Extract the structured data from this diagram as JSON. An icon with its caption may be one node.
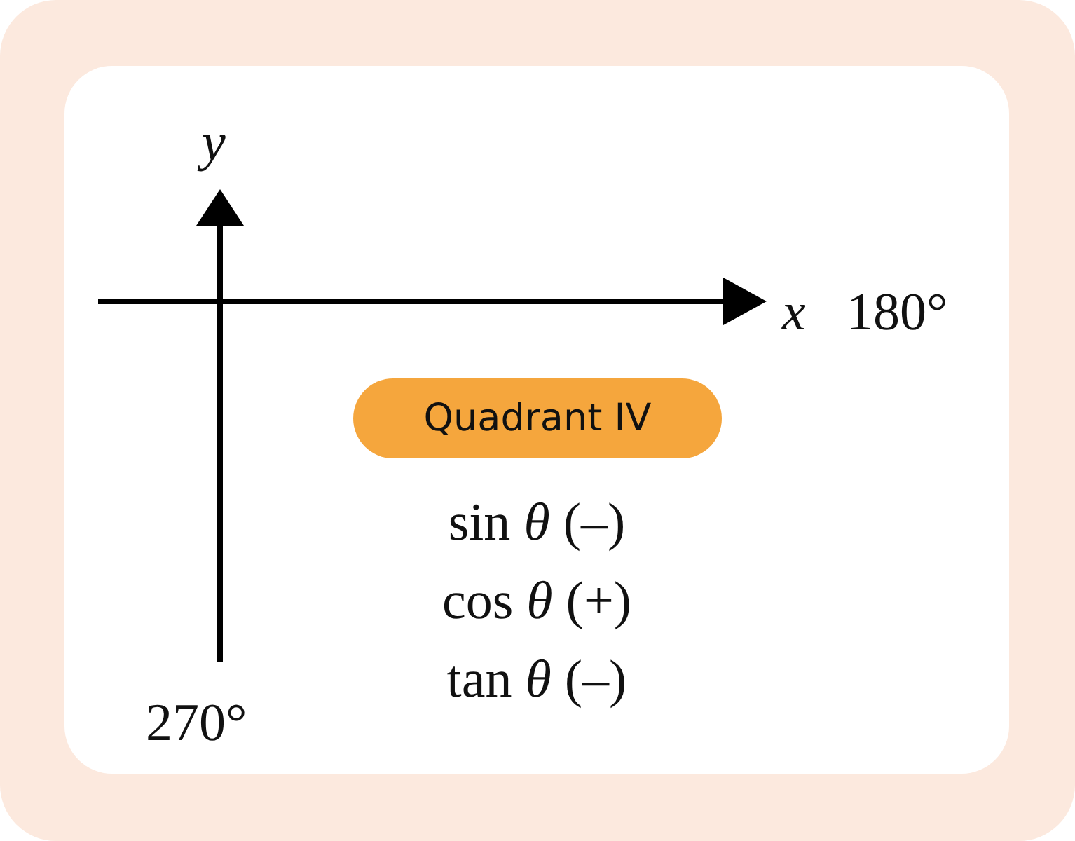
{
  "diagram": {
    "nodes": [
      {
        "text": [
          "Quadrant IV"
        ]
      }
    ],
    "labels": [
      "y",
      "x",
      "180°",
      "sin *θ* (–)",
      "cos *θ* (+)",
      "tan *θ* (–)",
      "270°"
    ]
  }
}
